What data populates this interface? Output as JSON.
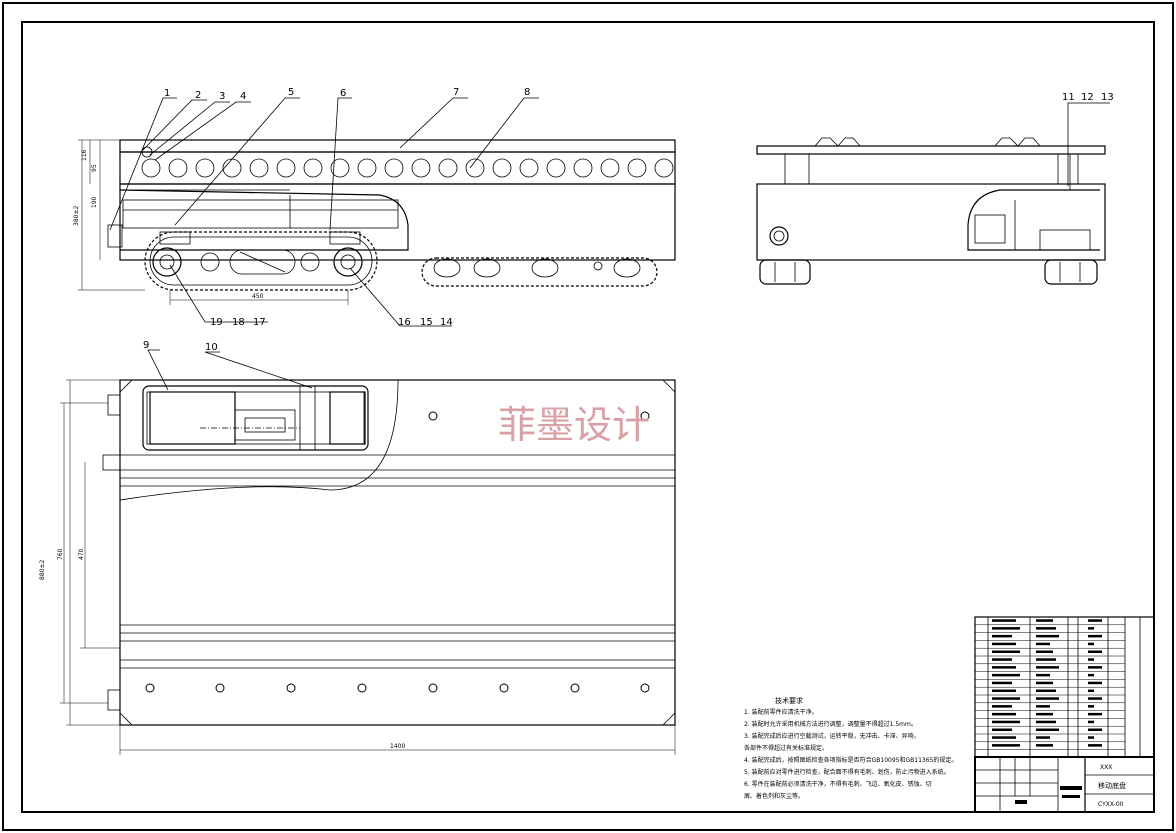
{
  "balloons": {
    "b1": "1",
    "b2": "2",
    "b3": "3",
    "b4": "4",
    "b5": "5",
    "b6": "6",
    "b7": "7",
    "b8": "8",
    "b9": "9",
    "b10": "10",
    "b11": "11",
    "b12": "12",
    "b13": "13",
    "b14": "14",
    "b15": "15",
    "b16": "16",
    "b17": "17",
    "b18": "18",
    "b19": "19"
  },
  "dimensions": {
    "d_116": "116",
    "d_95": "95",
    "d_190": "190",
    "d_380": "380±2",
    "d_450": "450",
    "d_1400": "1400",
    "d_880": "880±2",
    "d_760": "760",
    "d_470": "470"
  },
  "watermark": "菲墨设计",
  "tech": {
    "heading": "技术要求",
    "lines": [
      "1. 装配前零件应清洗干净。",
      "2. 装配时允许采用机械方法进行调整，调整量不得超过1.5mm。",
      "3. 装配完成后应进行空载测试，运转平稳，无冲击、卡滞、异响，",
      "各部件不得超过有关标准规定。",
      "4. 装配完成后，按照图纸检查各项指标是否符合GB10095和GB11365的规定。",
      "5. 装配前应对零件进行检查，配合面不得有毛刺、划伤，防止污物进入系统。",
      "6. 零件在装配前必须清洗干净，不得有毛刺、飞边、氧化皮、锈蚀、切",
      "屑、着色剂和灰尘等。"
    ]
  },
  "title_block": {
    "code": "XXX",
    "name": "移动底盘",
    "drawing_no": "CYXX-00"
  }
}
